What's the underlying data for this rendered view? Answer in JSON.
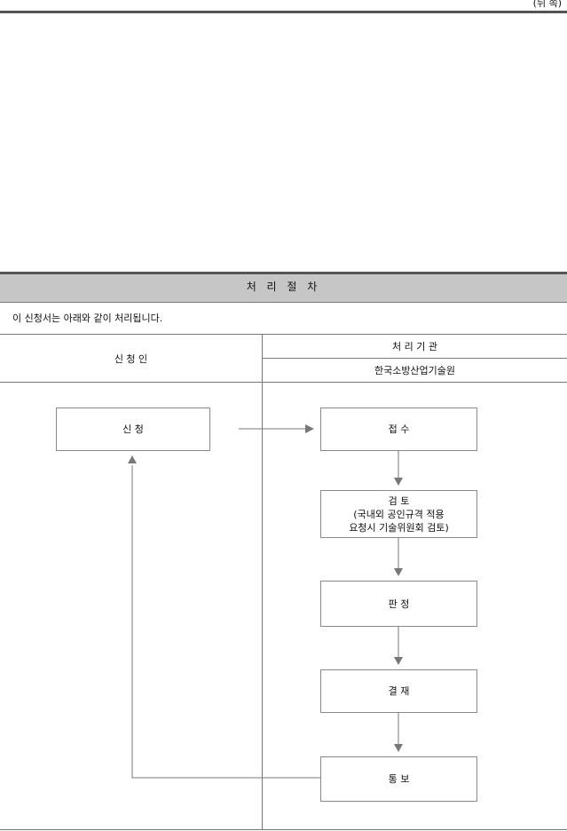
{
  "page_label": "(뒤 쪽)",
  "section": {
    "title": "처 리 절 차",
    "intro": "이 신청서는 아래와 같이 처리됩니다."
  },
  "table": {
    "applicant_header": "신 청 인",
    "processor_header": "처 리 기 관",
    "processor_name": "한국소방산업기술원"
  },
  "flow": {
    "apply": "신    청",
    "receive": "접    수",
    "review": {
      "title": "검    토",
      "line1": "(국내외 공인규격 적용",
      "line2": "요청시 기술위원회 검토)"
    },
    "judge": "판    정",
    "approve": "결    재",
    "notify": "통    보"
  },
  "colors": {
    "section_band": "#c6c6c6",
    "rule": "#555555",
    "line": "#777777",
    "arrow": "#777777"
  }
}
